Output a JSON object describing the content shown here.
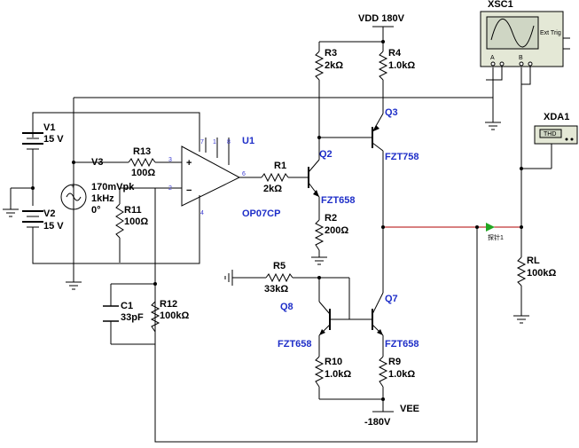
{
  "power": {
    "vdd": "VDD 180V",
    "vee": "VEE",
    "vee_value": "-180V"
  },
  "sources": {
    "v1": {
      "name": "V1",
      "value": "15 V"
    },
    "v2": {
      "name": "V2",
      "value": "15 V"
    },
    "v3": {
      "name": "V3",
      "amplitude": "170mVpk",
      "freq": "1kHz",
      "phase": "0°"
    }
  },
  "resistors": {
    "r1": {
      "name": "R1",
      "value": "2kΩ"
    },
    "r2": {
      "name": "R2",
      "value": "200Ω"
    },
    "r3": {
      "name": "R3",
      "value": "2kΩ"
    },
    "r4": {
      "name": "R4",
      "value": "1.0kΩ"
    },
    "r5": {
      "name": "R5",
      "value": "33kΩ"
    },
    "r9": {
      "name": "R9",
      "value": "1.0kΩ"
    },
    "r10": {
      "name": "R10",
      "value": "1.0kΩ"
    },
    "r11": {
      "name": "R11",
      "value": "100Ω"
    },
    "r12": {
      "name": "R12",
      "value": "100kΩ"
    },
    "r13": {
      "name": "R13",
      "value": "100Ω"
    },
    "rl": {
      "name": "RL",
      "value": "100kΩ"
    }
  },
  "capacitor": {
    "name": "C1",
    "value": "33pF"
  },
  "transistors": {
    "q2": {
      "name": "Q2",
      "part": "FZT658"
    },
    "q3": {
      "name": "Q3",
      "part": "FZT758"
    },
    "q7": {
      "name": "Q7",
      "part": "FZT658"
    },
    "q8": {
      "name": "Q8",
      "part": "FZT658"
    }
  },
  "opamp": {
    "name": "U1",
    "part": "OP07CP",
    "pins": {
      "p1": "1",
      "p2": "2",
      "p3": "3",
      "p4": "4",
      "p6": "6",
      "p7": "7",
      "p8": "8"
    },
    "plus": "+",
    "minus": "−"
  },
  "instruments": {
    "xsc1": {
      "name": "XSC1",
      "a": "A",
      "b": "B",
      "ext": "Ext Trig"
    },
    "xda1": {
      "name": "XDA1",
      "display": "THD"
    }
  },
  "probe": {
    "label": "探针1"
  }
}
